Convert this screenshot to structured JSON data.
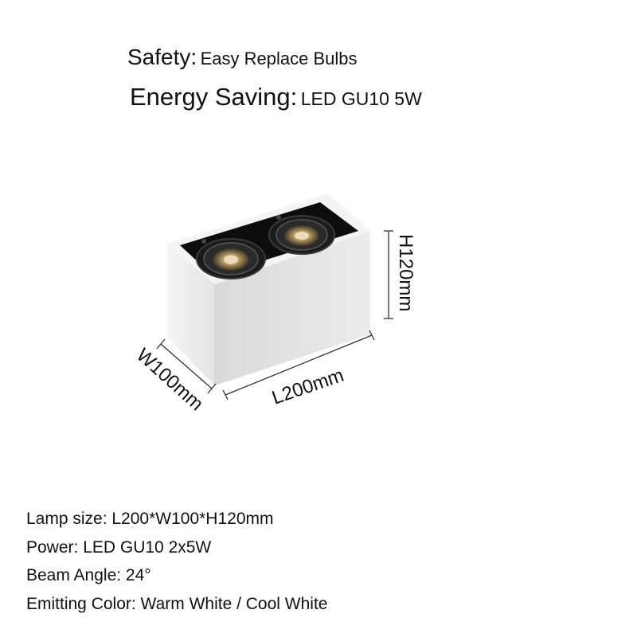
{
  "headlines": [
    {
      "key": "Safety:",
      "value": "Easy Replace Bulbs"
    },
    {
      "key": "Energy Saving:",
      "value": "LED GU10 5W"
    }
  ],
  "dimensions": {
    "height": "H120mm",
    "length": "L200mm",
    "width": "W100mm"
  },
  "specs": [
    "Lamp size:  L200*W100*H120mm",
    "Power: LED GU10 2x5W",
    "Beam Angle: 24°",
    "Emitting Color: Warm White  / Cool White"
  ]
}
